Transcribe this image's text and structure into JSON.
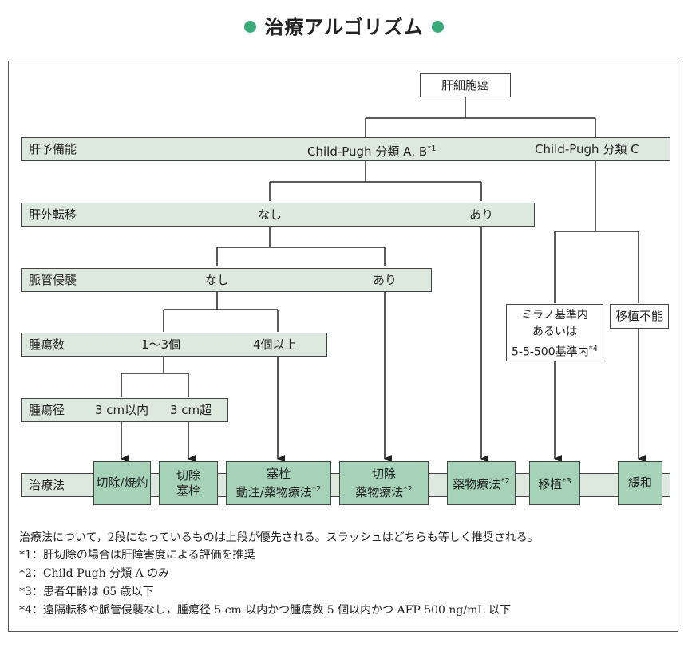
{
  "title": "治療アルゴリズム",
  "root": "肝細胞癌",
  "rows": {
    "liver_function": {
      "label": "肝予備能",
      "ab": "Child-Pugh 分類 A, B",
      "ab_mark": "*1",
      "c": "Child-Pugh 分類 C"
    },
    "extrahepatic": {
      "label": "肝外転移",
      "no": "なし",
      "yes": "あり"
    },
    "vascular": {
      "label": "脈管侵襲",
      "no": "なし",
      "yes": "あり"
    },
    "tumor_count": {
      "label": "腫瘍数",
      "few": "1〜3個",
      "many": "4個以上"
    },
    "tumor_size": {
      "label": "腫瘍径",
      "small": "3 cm以内",
      "large": "3 cm超"
    },
    "treatment": {
      "label": "治療法"
    }
  },
  "milan": {
    "line1": "ミラノ基準内",
    "line2": "あるいは",
    "line3": "5-5-500基準内",
    "mark": "*4"
  },
  "no_transplant": "移植不能",
  "treatments": {
    "t1": "切除/焼灼",
    "t2_l1": "切除",
    "t2_l2": "塞栓",
    "t3_l1": "塞栓",
    "t3_l2": "動注/薬物療法",
    "t3_mark": "*2",
    "t4_l1": "切除",
    "t4_l2": "薬物療法",
    "t4_mark": "*2",
    "t5": "薬物療法",
    "t5_mark": "*2",
    "t6": "移植",
    "t6_mark": "*3",
    "t7": "緩和"
  },
  "notes": [
    "治療法について，2段になっているものは上段が優先される。スラッシュはどちらも等しく推奨される。",
    "*1：肝切除の場合は肝障害度による評価を推奨",
    "*2：Child-Pugh 分類 A のみ",
    "*3：患者年齢は 65 歳以下",
    "*4：遠隔転移や脈管侵襲なし，腫瘍径 5 cm 以内かつ腫瘍数 5 個以内かつ AFP 500 ng/mL 以下"
  ],
  "colors": {
    "accent": "#3aaa78",
    "band": "#dde9df",
    "treatment_box": "#a6d2b8"
  }
}
